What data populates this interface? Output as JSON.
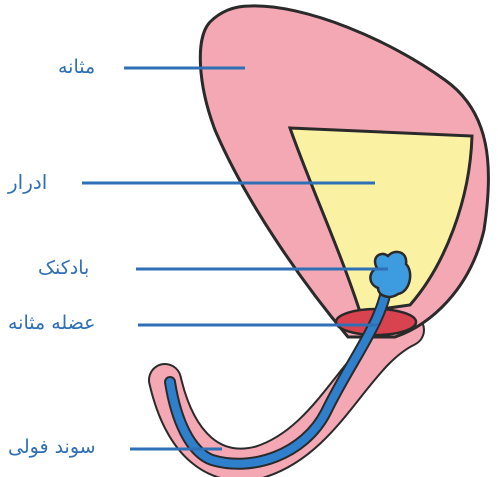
{
  "labels": {
    "bladder": "مثانه",
    "urine": "ادرار",
    "balloon": "بادکنک",
    "bladder_muscle": "عضله مثانه",
    "foley_catheter": "سوند فولی"
  },
  "colors": {
    "bladder_wall": "#f4a8b4",
    "urine": "#fbf1a3",
    "catheter": "#2f80cc",
    "balloon": "#3d9be0",
    "muscle": "#d9434f",
    "leader_line": "#2e6fb5",
    "outline": "#2a2a2a"
  }
}
